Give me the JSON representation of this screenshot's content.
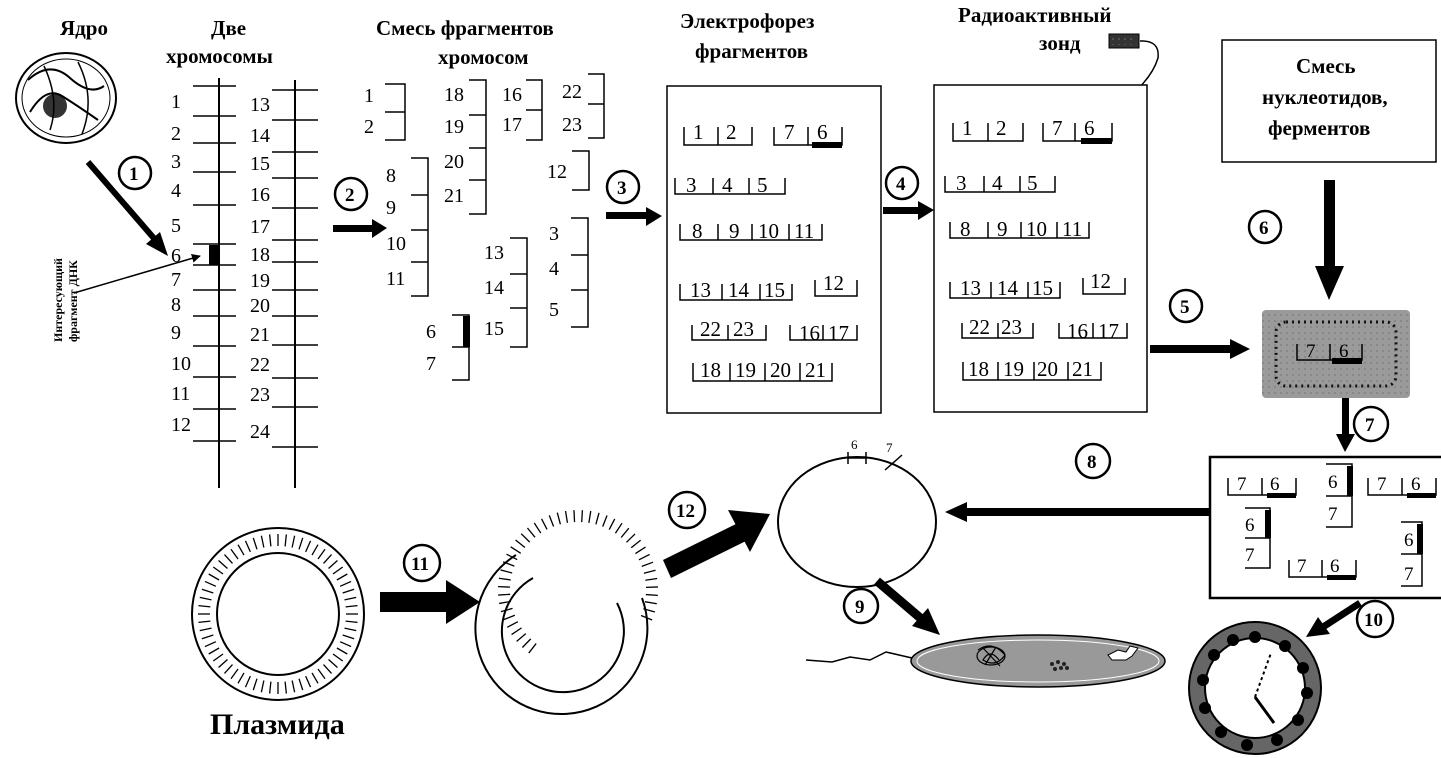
{
  "labels": {
    "nucleus": "Ядро",
    "two_chromosomes_line1": "Две",
    "two_chromosomes_line2": "хромосомы",
    "mix_line1": "Смесь фрагментов",
    "mix_line2": "хромосом",
    "electro_line1": "Электрофорез",
    "electro_line2": "фрагментов",
    "probe_line1": "Радиоактивный",
    "probe_line2": "зонд",
    "nucleotides_line1": "Смесь",
    "nucleotides_line2": "нуклеотидов,",
    "nucleotides_line3": "ферментов",
    "dna_fragment_line1": "Интересующий",
    "dna_fragment_line2": "фрагмент ДНК",
    "plasmid": "Плазмида"
  },
  "steps": [
    "1",
    "2",
    "3",
    "4",
    "5",
    "6",
    "7",
    "8",
    "9",
    "10",
    "11",
    "12"
  ],
  "chromosome_left": [
    "1",
    "2",
    "3",
    "4",
    "5",
    "6",
    "7",
    "8",
    "9",
    "10",
    "11",
    "12"
  ],
  "chromosome_right": [
    "13",
    "14",
    "15",
    "16",
    "17",
    "18",
    "19",
    "20",
    "21",
    "22",
    "23",
    "24"
  ],
  "mix": {
    "group_1_2": [
      "1",
      "2"
    ],
    "group_18_21": [
      "18",
      "19",
      "20",
      "21"
    ],
    "group_16_17": [
      "16",
      "17"
    ],
    "group_22_23": [
      "22",
      "23"
    ],
    "group_8_11": [
      "8",
      "9",
      "10",
      "11"
    ],
    "group_12": "12",
    "group_3_5": [
      "3",
      "4",
      "5"
    ],
    "group_13_15": [
      "13",
      "14",
      "15"
    ],
    "group_6_7": [
      "6",
      "7"
    ]
  },
  "gel_rows": [
    "1 | 2",
    "7 | 6",
    "3 | 4 | 5",
    "8 | 9 | 10 | 11",
    "13 | 14 | 15",
    "12",
    "22 | 23",
    "16 | 17",
    "18 | 19 | 20 | 21"
  ],
  "gel_row_tokens": {
    "r1": [
      "1",
      "2"
    ],
    "r1b": [
      "7",
      "6"
    ],
    "r2": [
      "3",
      "4",
      "5"
    ],
    "r3": [
      "8",
      "9",
      "10",
      "11"
    ],
    "r4": [
      "13",
      "14",
      "15"
    ],
    "r4b": "12",
    "r5": [
      "22",
      "23"
    ],
    "r5b": [
      "16",
      "17"
    ],
    "r6": [
      "18",
      "19",
      "20",
      "21"
    ]
  },
  "amplified": [
    "7",
    "6"
  ],
  "plasmid_marks": [
    "6",
    "7"
  ]
}
